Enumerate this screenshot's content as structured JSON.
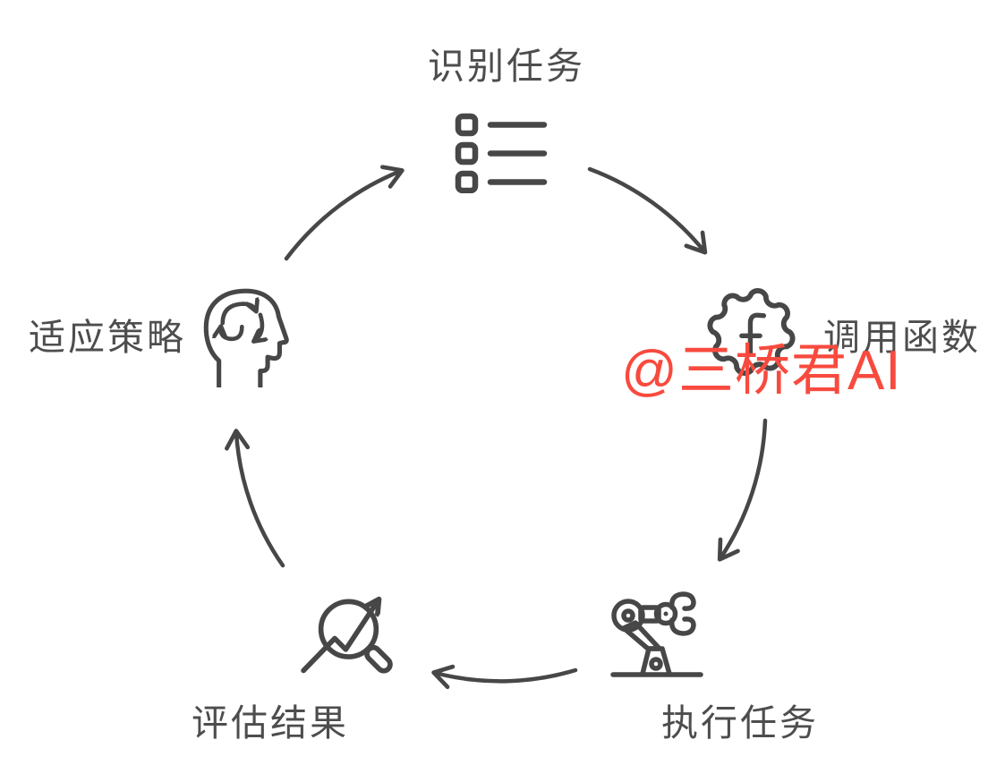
{
  "diagram": {
    "type": "cycle",
    "nodes": [
      {
        "id": "identify-task",
        "label": "识别任务",
        "icon": "task-list-icon",
        "position": "top"
      },
      {
        "id": "call-function",
        "label": "调用函数",
        "icon": "function-gear-icon",
        "position": "right"
      },
      {
        "id": "execute-task",
        "label": "执行任务",
        "icon": "robot-arm-icon",
        "position": "bottom-right"
      },
      {
        "id": "evaluate-result",
        "label": "评估结果",
        "icon": "magnifier-trend-icon",
        "position": "bottom-left"
      },
      {
        "id": "adapt-strategy",
        "label": "适应策略",
        "icon": "head-loop-icon",
        "position": "left"
      }
    ],
    "edges": [
      {
        "from": "适应策略",
        "to": "识别任务"
      },
      {
        "from": "识别任务",
        "to": "调用函数"
      },
      {
        "from": "调用函数",
        "to": "执行任务"
      },
      {
        "from": "执行任务",
        "to": "评估结果"
      },
      {
        "from": "评估结果",
        "to": "适应策略"
      }
    ],
    "watermark": {
      "text": "@三桥君AI",
      "color": "#f84a3e"
    },
    "colors": {
      "stroke": "#474747",
      "label_text": "#4d4d4d",
      "background": "#ffffff"
    }
  }
}
